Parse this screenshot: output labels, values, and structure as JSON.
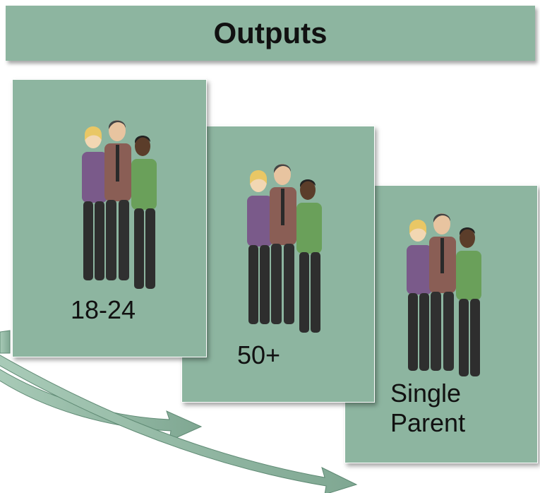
{
  "title": "Outputs",
  "cards": [
    {
      "label": "18-24"
    },
    {
      "label": "50+"
    },
    {
      "label_line1": "Single",
      "label_line2": "Parent"
    }
  ],
  "colors": {
    "panel": "#8db5a0",
    "arrow": "#8db5a0",
    "text": "#111111"
  },
  "icons": [
    "people-group-icon",
    "curved-arrow-icon"
  ]
}
